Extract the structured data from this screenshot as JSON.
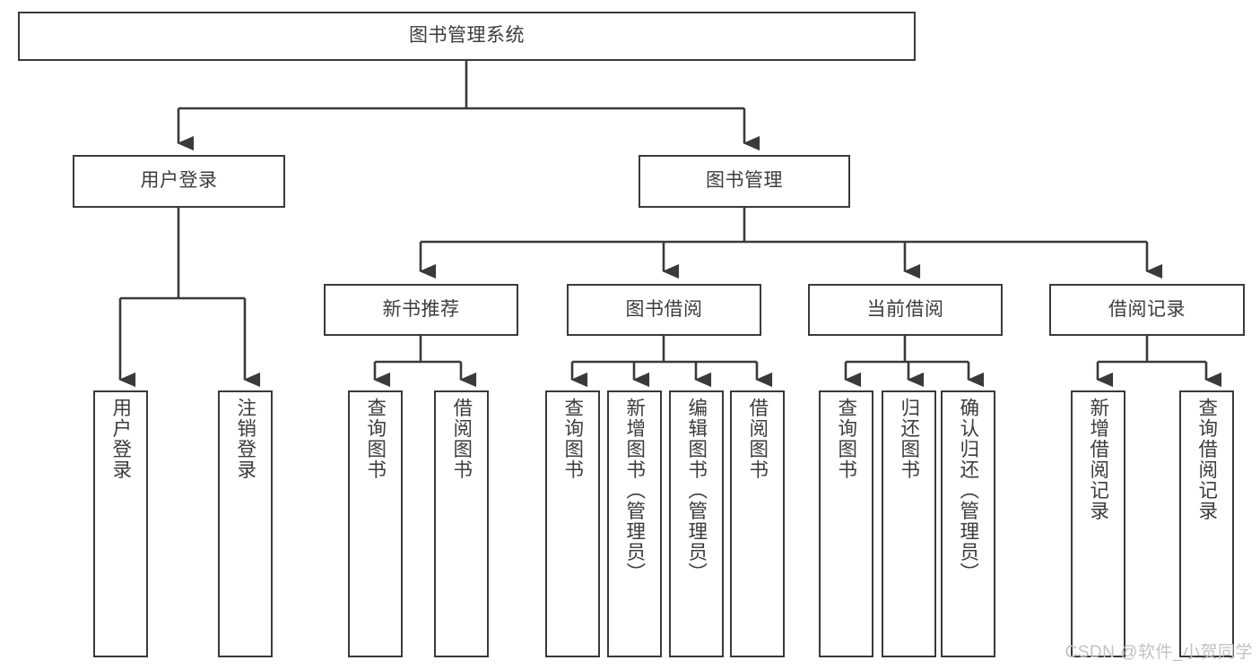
{
  "diagram": {
    "title_node": {
      "label": "图书管理系统"
    },
    "level1": [
      {
        "id": "user-login",
        "label": "用户登录"
      },
      {
        "id": "book-management",
        "label": "图书管理"
      }
    ],
    "level2": [
      {
        "id": "new-book-recommend",
        "label": "新书推荐"
      },
      {
        "id": "book-borrow",
        "label": "图书借阅"
      },
      {
        "id": "current-borrow",
        "label": "当前借阅"
      },
      {
        "id": "borrow-record",
        "label": "借阅记录"
      }
    ],
    "leaves": {
      "user_login": [
        {
          "id": "leaf-user-login",
          "label": "用户登录"
        },
        {
          "id": "leaf-logout-login",
          "label": "注销登录"
        }
      ],
      "new_book_recommend": [
        {
          "id": "leaf-query-book-1",
          "label": "查询图书"
        },
        {
          "id": "leaf-borrow-book-1",
          "label": "借阅图书"
        }
      ],
      "book_borrow": [
        {
          "id": "leaf-query-book-2",
          "label": "查询图书"
        },
        {
          "id": "leaf-add-book",
          "label": "新增图书（管理员）"
        },
        {
          "id": "leaf-edit-book",
          "label": "编辑图书（管理员）"
        },
        {
          "id": "leaf-borrow-book-2",
          "label": "借阅图书"
        }
      ],
      "current_borrow": [
        {
          "id": "leaf-query-book-3",
          "label": "查询图书"
        },
        {
          "id": "leaf-return-book",
          "label": "归还图书"
        },
        {
          "id": "leaf-confirm-return",
          "label": "确认归还（管理员）"
        }
      ],
      "borrow_record": [
        {
          "id": "leaf-add-record",
          "label": "新增借阅记录"
        },
        {
          "id": "leaf-query-record",
          "label": "查询借阅记录"
        }
      ]
    }
  },
  "watermark": {
    "text": "CSDN @软件_小贺同学"
  },
  "colors": {
    "stroke": "#3a3a3a",
    "text": "#3c3c3c",
    "background": "#ffffff",
    "watermark": "#c2c2c2"
  }
}
